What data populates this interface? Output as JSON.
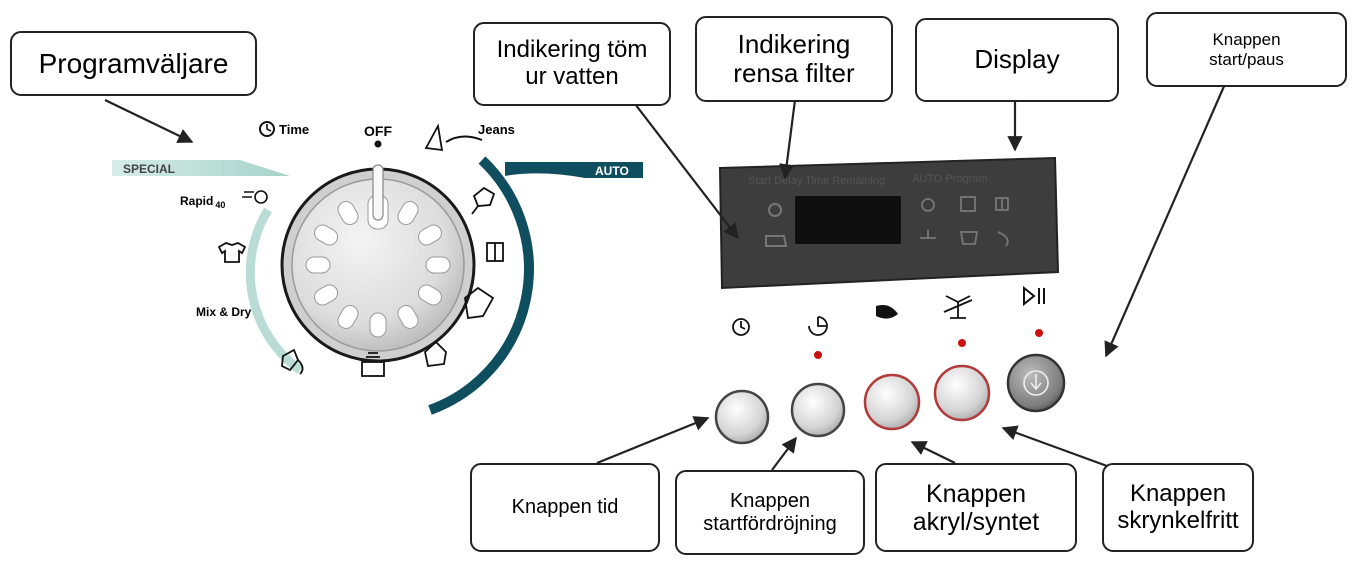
{
  "callouts": {
    "programvaljare": "Programväljare",
    "indikering_tom_l1": "Indikering töm",
    "indikering_tom_l2": "ur vatten",
    "indikering_rensa_l1": "Indikering",
    "indikering_rensa_l2": "rensa filter",
    "display": "Display",
    "start_paus_l1": "Knappen",
    "start_paus_l2": "start/paus",
    "tid": "Knappen tid",
    "startfordrojning_l1": "Knappen",
    "startfordrojning_l2": "startfördröjning",
    "akryl_l1": "Knappen",
    "akryl_l2": "akryl/syntet",
    "skrynkel_l1": "Knappen",
    "skrynkel_l2": "skrynkelfritt"
  },
  "dial": {
    "off": "OFF",
    "time": "Time",
    "jeans": "Jeans",
    "special": "SPECIAL",
    "auto": "AUTO",
    "rapid": "Rapid",
    "rapid_temp": "40",
    "mix_dry": "Mix & Dry"
  },
  "panel": {
    "header_left": "Start Delay Time Remaining",
    "header_right": "AUTO Program"
  },
  "icons": {
    "time": "clock-icon",
    "delay": "delay-clock-icon",
    "acrylic": "feather-icon",
    "anti_crease": "anti-crease-icon",
    "start_pause": "play-pause-icon"
  },
  "colors": {
    "outline": "#222222",
    "teal_dark": "#0f4e5f",
    "teal_light": "#b9ddd6",
    "panel": "#3d3d3d",
    "led": "#cc1111",
    "button_red_ring": "#b23a3a"
  }
}
